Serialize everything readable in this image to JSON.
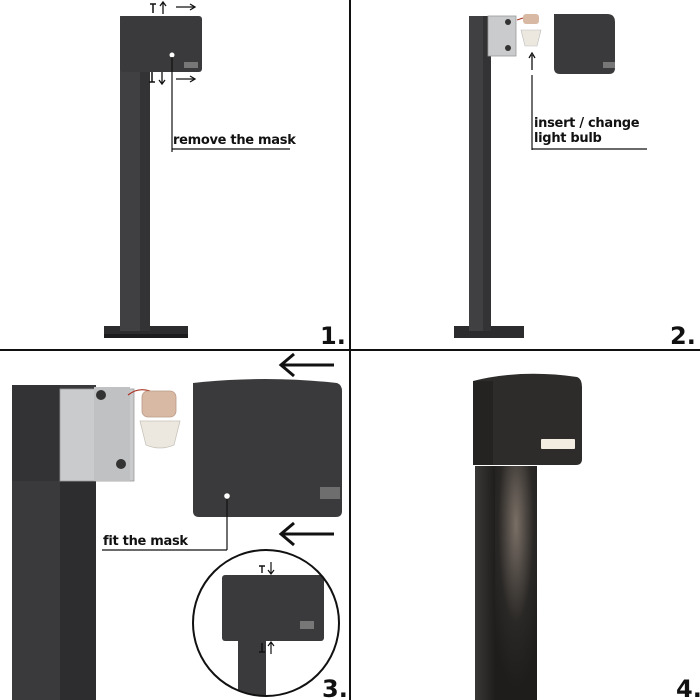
{
  "steps": [
    {
      "number": "1.",
      "label_lines": [
        "remove the mask"
      ]
    },
    {
      "number": "2.",
      "label_lines": [
        "insert / change",
        "light bulb"
      ]
    },
    {
      "number": "3.",
      "label_lines": [
        "fit the mask"
      ]
    },
    {
      "number": "4.",
      "label_lines": []
    }
  ],
  "colors": {
    "lamp_body": "#3a3a3c",
    "lamp_dark": "#2a2a2c",
    "mount_plate": "#c9cbcd",
    "bulb_shade": "#ece8df",
    "bulb_base": "#d8b9a4",
    "glow": "#f3ece1",
    "ink": "#111111"
  },
  "icons": [
    "arrow-left-icon",
    "arrow-right-icon",
    "arrow-up-icon",
    "arrow-down-icon",
    "screw-icon",
    "light-bulb-icon"
  ]
}
